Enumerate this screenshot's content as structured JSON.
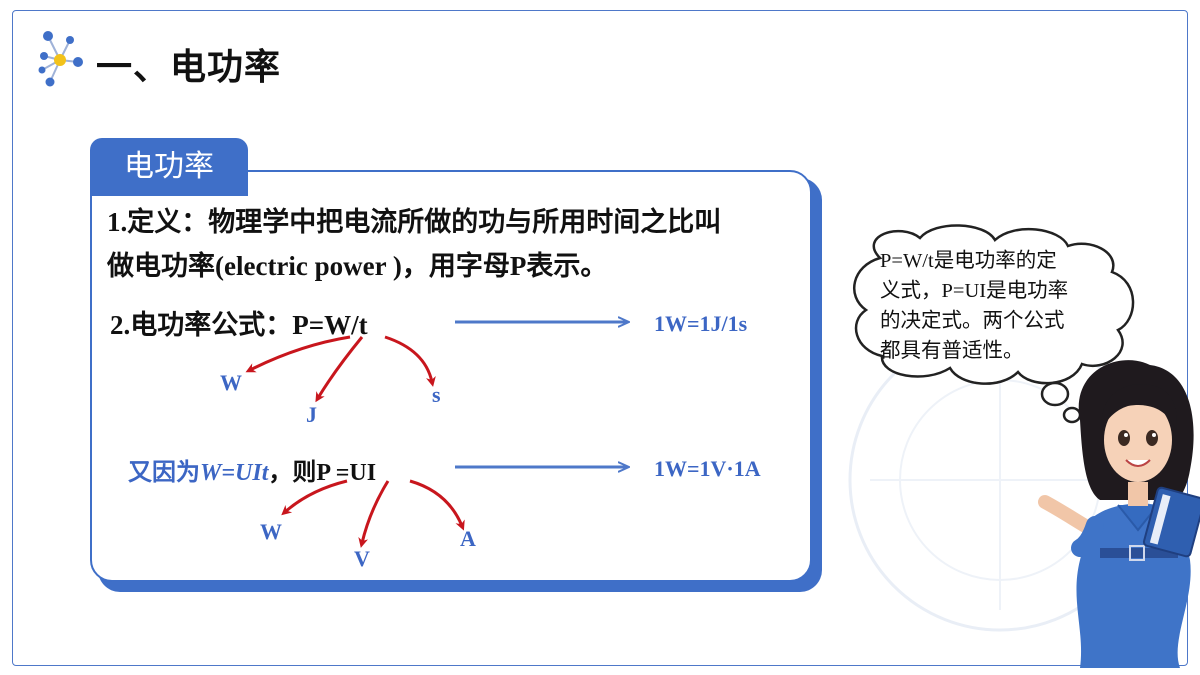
{
  "page": {
    "title": "一、电功率"
  },
  "card": {
    "tab_label": "电功率",
    "definition_line1": "1.定义：物理学中把电流所做的功与所用时间之比叫",
    "definition_line2": "做电功率(electric power )，用字母P表示。",
    "formula_label": "2.电功率公式：P=W/t",
    "formula_units": [
      "W",
      "J",
      "s"
    ],
    "formula_result": "1W=1J/1s",
    "derived_prefix": "又因为",
    "derived_expr": "W=UIt",
    "derived_mid": "，则P =UI",
    "derived_units": [
      "W",
      "V",
      "A"
    ],
    "derived_result": "1W=1V·1A"
  },
  "thought_bubble": {
    "lines": [
      "P=W/t是电功率的定",
      "义式，P=UI是电功率",
      "的决定式。两个公式",
      "都具有普适性。"
    ]
  },
  "colors": {
    "accent": "#3f6fc8",
    "arrow_red": "#c8161d",
    "text_blue": "#3c66c4"
  },
  "icons": {
    "logo": "molecule-network-icon",
    "teacher": "teacher-character-illustration"
  }
}
